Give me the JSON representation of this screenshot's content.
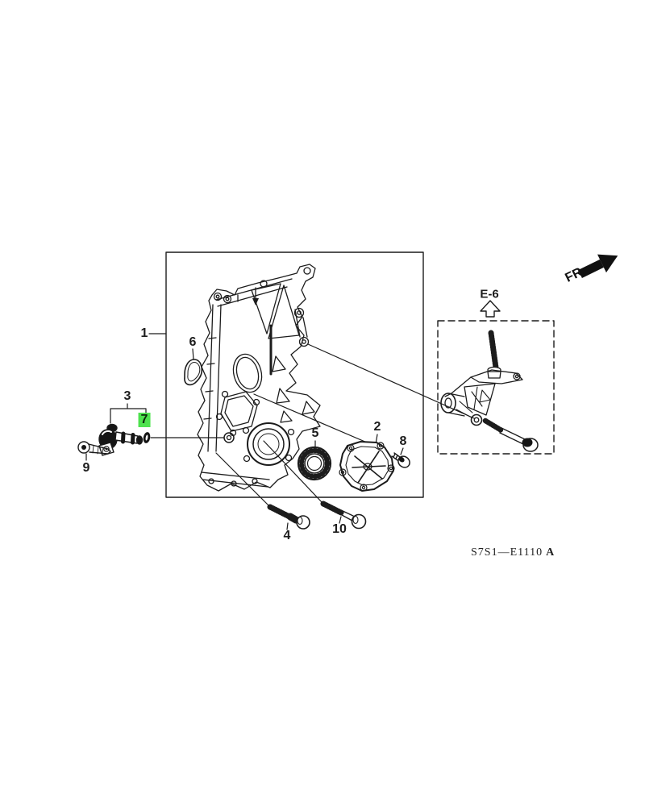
{
  "diagram": {
    "code": "S7S1—E1110",
    "code_suffix": "A",
    "fr_label": "FR.",
    "ref_label": "E-6",
    "highlight_color": "#4ee24e",
    "line_color": "#1c1c1c",
    "background_color": "#ffffff"
  },
  "parts": [
    {
      "number": "1",
      "highlighted": false
    },
    {
      "number": "2",
      "highlighted": false
    },
    {
      "number": "3",
      "highlighted": false
    },
    {
      "number": "4",
      "highlighted": false
    },
    {
      "number": "5",
      "highlighted": false
    },
    {
      "number": "6",
      "highlighted": false
    },
    {
      "number": "7",
      "highlighted": true
    },
    {
      "number": "8",
      "highlighted": false
    },
    {
      "number": "9",
      "highlighted": false
    },
    {
      "number": "10",
      "highlighted": false
    }
  ]
}
